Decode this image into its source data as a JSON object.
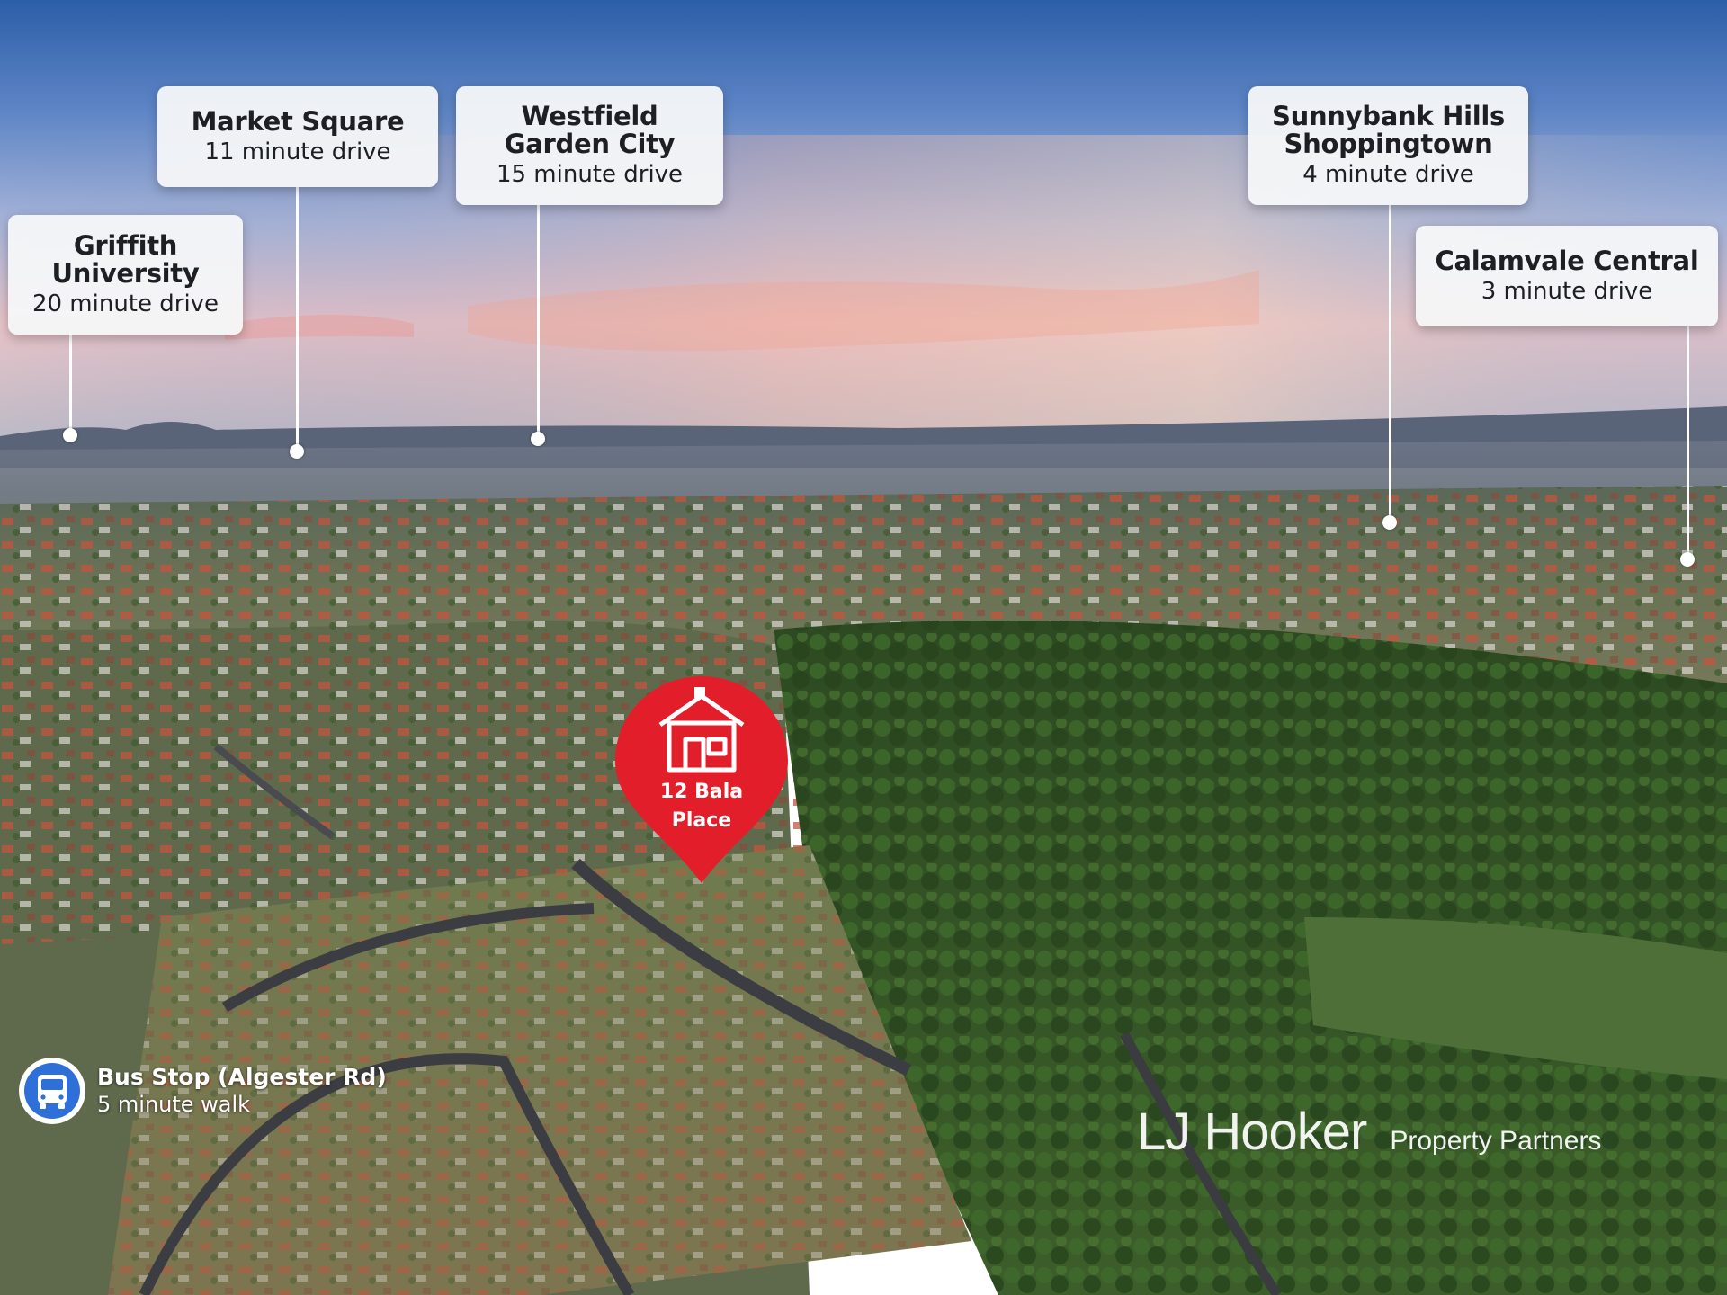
{
  "callouts": [
    {
      "name": "Griffith\nUniversity",
      "time": "20 minute drive"
    },
    {
      "name": "Market Square",
      "time": "11 minute drive"
    },
    {
      "name": "Westfield\nGarden City",
      "time": "15 minute drive"
    },
    {
      "name": "Sunnybank Hills\nShoppingtown",
      "time": "4 minute drive"
    },
    {
      "name": "Calamvale Central",
      "time": "3 minute drive"
    }
  ],
  "property_pin": {
    "label": "12 Bala\nPlace",
    "color": "#e31e2b",
    "icon": "house-icon"
  },
  "bus_stop": {
    "title": "Bus Stop (Algester Rd)",
    "subtitle": "5 minute walk",
    "icon": "bus-icon",
    "color": "#2f6fd8"
  },
  "brand": {
    "name": "LJ Hooker",
    "tagline": "Property Partners"
  }
}
